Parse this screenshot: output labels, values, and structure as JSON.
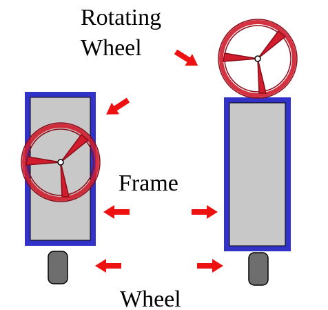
{
  "labels": {
    "rotating": "Rotating",
    "wheel_top": "Wheel",
    "frame": "Frame",
    "wheel_bottom": "Wheel"
  },
  "colors": {
    "frame_border": "#3232c8",
    "frame_fill": "#c8c8c8",
    "wheel_rim": "#d01c2c",
    "tire": "#6e6e6e",
    "arrow": "#ee1111",
    "text": "#000000"
  }
}
